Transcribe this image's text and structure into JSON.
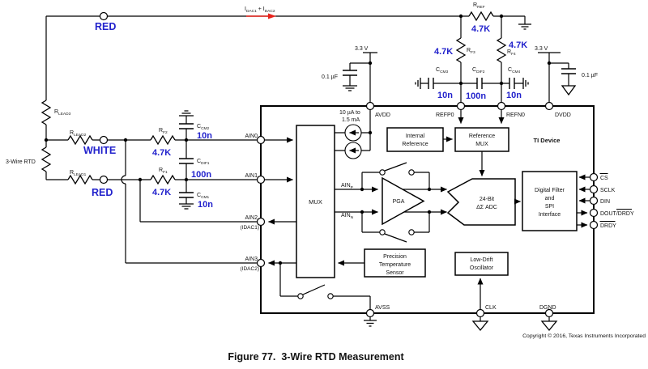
{
  "page": {
    "caption": "Figure 77.  3-Wire RTD Measurement",
    "copyright": "Copyright © 2016, Texas Instruments Incorporated"
  },
  "annotations": {
    "red_top": "RED",
    "white": "WHITE",
    "red_bottom": "RED",
    "rtd": "3-Wire RTD",
    "idac": {
      "p1": "I",
      "s1": "DAC1",
      "p2": " + I",
      "s2": "DAC2"
    }
  },
  "supplies": {
    "avdd": "3.3 V",
    "dvdd": "3.3 V",
    "avdd_cap": "0.1 µF",
    "dvdd_cap": "0.1 µF"
  },
  "components": {
    "r_lead3": {
      "ref": "R",
      "sub": "LEAD3"
    },
    "r_lead2": {
      "ref": "R",
      "sub": "LEAD2"
    },
    "r_lead1": {
      "ref": "R",
      "sub": "LEAD1"
    },
    "r_f1": {
      "ref": "R",
      "sub": "F1",
      "value": "4.7K"
    },
    "r_f2": {
      "ref": "R",
      "sub": "F2",
      "value": "4.7K"
    },
    "r_f3": {
      "ref": "R",
      "sub": "F3",
      "value": "4.7K"
    },
    "r_f4": {
      "ref": "R",
      "sub": "F4",
      "value": "4.7K"
    },
    "r_ref": {
      "ref": "R",
      "sub": "REF",
      "value": "4.7K"
    },
    "c_cm1": {
      "ref": "C",
      "sub": "CM1",
      "value": "10n"
    },
    "c_cm2": {
      "ref": "C",
      "sub": "CM2",
      "value": "10n"
    },
    "c_cm3": {
      "ref": "C",
      "sub": "CM3",
      "value": "10n"
    },
    "c_cm4": {
      "ref": "C",
      "sub": "CM4",
      "value": "10n"
    },
    "c_dif1": {
      "ref": "C",
      "sub": "DIF1",
      "value": "100n"
    },
    "c_dif2": {
      "ref": "C",
      "sub": "DIF2",
      "value": "100n"
    }
  },
  "device": {
    "name": "TI Device",
    "idac_source": {
      "l1": "10 µA to",
      "l2": "1.5 mA"
    },
    "blocks": {
      "mux": "MUX",
      "int_ref": {
        "l1": "Internal",
        "l2": "Reference"
      },
      "ref_mux": {
        "l1": "Reference",
        "l2": "MUX"
      },
      "pga": "PGA",
      "adc": {
        "l1": "24-Bit",
        "l2": "ΔΣ ADC"
      },
      "dig": {
        "l1": "Digital Filter",
        "l2": "and",
        "l3": "SPI",
        "l4": "Interface"
      },
      "temp": {
        "l1": "Precision",
        "l2": "Temperature",
        "l3": "Sensor"
      },
      "osc": {
        "l1": "Low-Drift",
        "l2": "Oscillator"
      }
    },
    "pins": {
      "top": [
        "AVDD",
        "REFP0",
        "REFN0",
        "DVDD"
      ],
      "left": [
        "AIN0",
        "AIN1",
        "AIN2",
        "AIN3"
      ],
      "left_sub": [
        "(IDAC1)",
        "(IDAC2)"
      ],
      "ainp": {
        "ref": "AIN",
        "sub": "P"
      },
      "ainn": {
        "ref": "AIN",
        "sub": "N"
      },
      "right": [
        "CS",
        "SCLK",
        "DIN",
        "DOUT/DRDY",
        "DRDY"
      ],
      "bottom": [
        "AVSS",
        "CLK",
        "DGND"
      ]
    }
  },
  "colors": {
    "annotation_blue": "#2222cc",
    "idac_red": "#e8231c",
    "wire": "#000000"
  }
}
